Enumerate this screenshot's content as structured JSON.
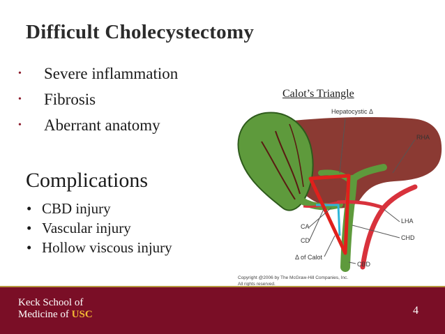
{
  "slide": {
    "title": "Difficult Cholecystectomy",
    "bullets": [
      "Severe inflammation",
      "Fibrosis",
      "Aberrant anatomy"
    ],
    "bullet_glyph": "•",
    "complications": {
      "heading": "Complications",
      "items": [
        "CBD injury",
        "Vascular injury",
        "Hollow viscous injury"
      ]
    },
    "calot_label": "Calot’s Triangle",
    "figure": {
      "labels": {
        "hepatocystic": "Hepatocystic Δ",
        "rha": "RHA",
        "lha": "LHA",
        "chd": "CHD",
        "ca": "CA",
        "cd": "CD",
        "calot": "Δ of Calot",
        "cbd": "CBD"
      },
      "copyright_line1": "Copyright @2006 by The McGraw-Hill Companies, Inc.",
      "copyright_line2": "All rights reserved."
    },
    "footer": {
      "logo_line1": "Keck School of",
      "logo_line2_prefix": "Medicine of ",
      "logo_usc": "USC",
      "page_number": "4"
    },
    "colors": {
      "footer_maroon": "#7a0e26",
      "accent_gold": "#f2b733",
      "liver": "#8b3a33",
      "gallbladder": "#5e9a3c",
      "triangle_outline": "#e0201c"
    }
  }
}
